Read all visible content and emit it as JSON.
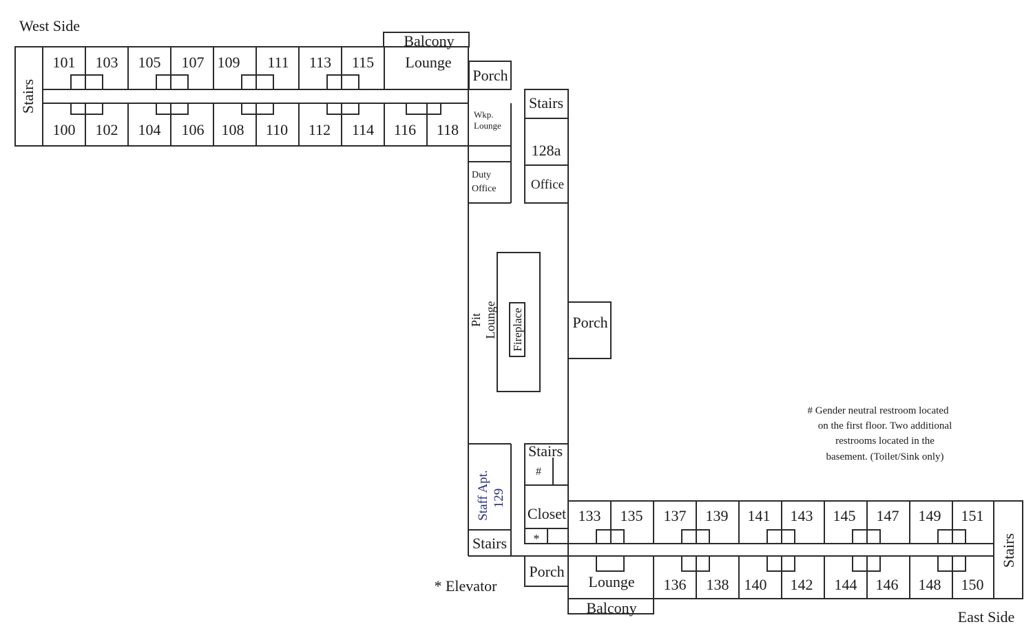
{
  "headings": {
    "west": "West Side",
    "east": "East Side"
  },
  "west_wing": {
    "stairs": "Stairs",
    "upper_rooms": [
      "101",
      "103",
      "105",
      "107",
      "109",
      "111",
      "113",
      "115"
    ],
    "lower_rooms": [
      "100",
      "102",
      "104",
      "106",
      "108",
      "110",
      "112",
      "114",
      "116",
      "118"
    ],
    "lounge": "Lounge",
    "balcony": "Balcony",
    "porch": "Porch"
  },
  "center": {
    "wkp_lounge": [
      "Wkp.",
      "Lounge"
    ],
    "stairs_top": "Stairs",
    "room_128a": "128a",
    "office": "Office",
    "duty_office": [
      "Duty",
      "Office"
    ],
    "pit_lounge": [
      "Pit",
      "Lounge"
    ],
    "fireplace": "Fireplace",
    "porch_right": "Porch",
    "staff_apt": [
      "Staff Apt.",
      "129"
    ],
    "stairs_lower_left": "Stairs",
    "stairs_lower_right": "Stairs",
    "restroom_mark": "#",
    "closet": "Closet",
    "elevator_mark": "*",
    "porch_bottom": "Porch"
  },
  "east_wing": {
    "upper_rooms": [
      "133",
      "135",
      "137",
      "139",
      "141",
      "143",
      "145",
      "147",
      "149",
      "151"
    ],
    "lower_rooms": [
      "136",
      "138",
      "140",
      "142",
      "144",
      "146",
      "148",
      "150"
    ],
    "lounge": "Lounge",
    "balcony": "Balcony",
    "stairs": "Stairs"
  },
  "legend": {
    "elevator": "* Elevator",
    "restroom_note": [
      "#  Gender neutral restroom located",
      "on the first floor. Two additional",
      "restrooms located in the",
      "basement. (Toilet/Sink only)"
    ]
  },
  "colors": {
    "line": "#2a2a2a",
    "staff_apt": "#1f2d78"
  }
}
